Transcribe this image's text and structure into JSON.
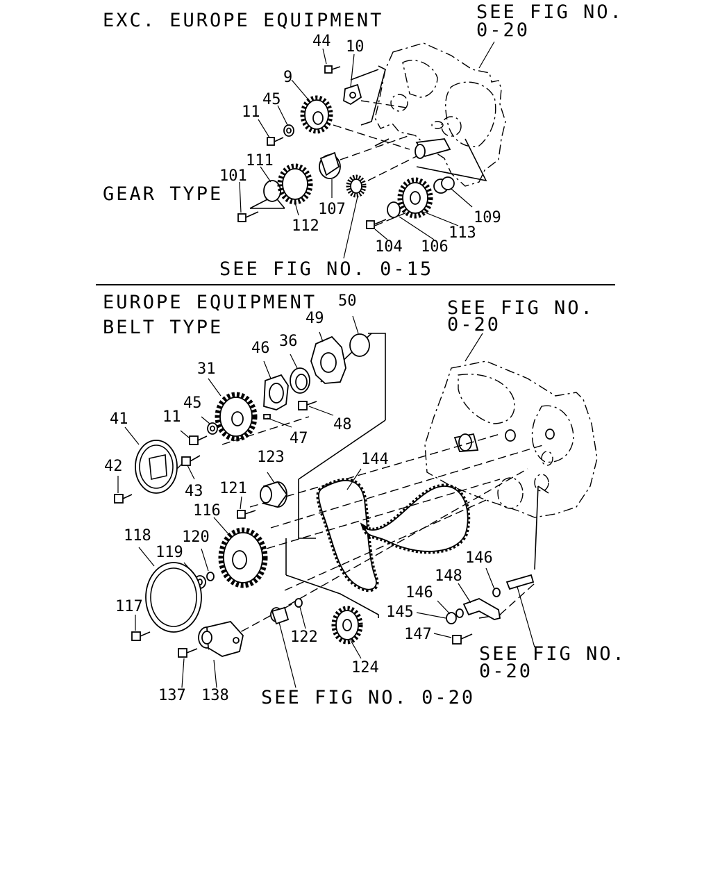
{
  "top": {
    "heading": "EXC. EUROPE EQUIPMENT",
    "ref_top_right_line1": "SEE FIG NO.",
    "ref_top_right_line2": "0-20",
    "subheading": "GEAR TYPE",
    "ref_bottom": "SEE FIG NO. 0-15",
    "callouts": [
      "44",
      "10",
      "9",
      "45",
      "11",
      "111",
      "101",
      "107",
      "112",
      "109",
      "113",
      "104",
      "106"
    ]
  },
  "bottom": {
    "heading": "EUROPE EQUIPMENT",
    "subheading": "BELT TYPE",
    "ref_top_right_line1": "SEE FIG NO.",
    "ref_top_right_line2": "0-20",
    "ref_right_line1": "SEE FIG NO.",
    "ref_right_line2": "0-20",
    "ref_bottom": "SEE FIG NO. 0-20",
    "callouts": [
      "50",
      "49",
      "36",
      "46",
      "31",
      "45",
      "41",
      "11",
      "47",
      "48",
      "42",
      "43",
      "123",
      "144",
      "121",
      "116",
      "118",
      "120",
      "119",
      "117",
      "146",
      "148",
      "146",
      "145",
      "147",
      "122",
      "124",
      "137",
      "138"
    ]
  },
  "colors": {
    "ink": "#000000",
    "paper": "#ffffff"
  }
}
